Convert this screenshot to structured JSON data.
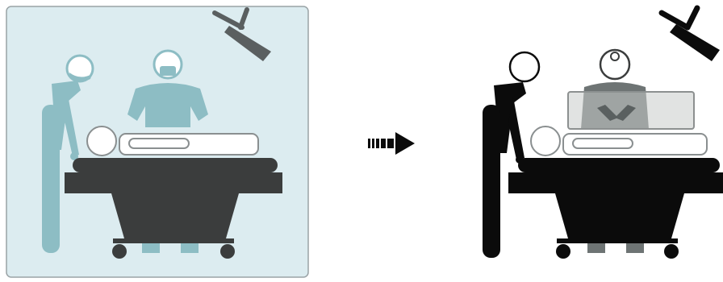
{
  "figure": {
    "panels": [
      {
        "id": "left",
        "room": "open-room",
        "palette": {
          "room_fill": "#dcecf0",
          "room_border": "#9aa3a6",
          "staff_fill": "#8dbdc4",
          "table_fill": "#3b3d3d",
          "lamp_fill": "#5a5f60",
          "patient_outline": "#8a8f90"
        }
      },
      {
        "id": "right",
        "room": "enclosure-over-patient",
        "palette": {
          "room_fill": "#ffffff",
          "staff_fill": "#0b0b0b",
          "table_fill": "#0b0b0b",
          "lamp_fill": "#0b0b0b",
          "enclosure_fill": "#c9cccb",
          "enclosure_border": "#8c9090",
          "surgeon_fill": "#6e7474",
          "patient_outline": "#8a8f90"
        }
      }
    ],
    "transition": {
      "icon": "dashed-right-arrow-icon",
      "color": "#0b0b0b"
    }
  }
}
